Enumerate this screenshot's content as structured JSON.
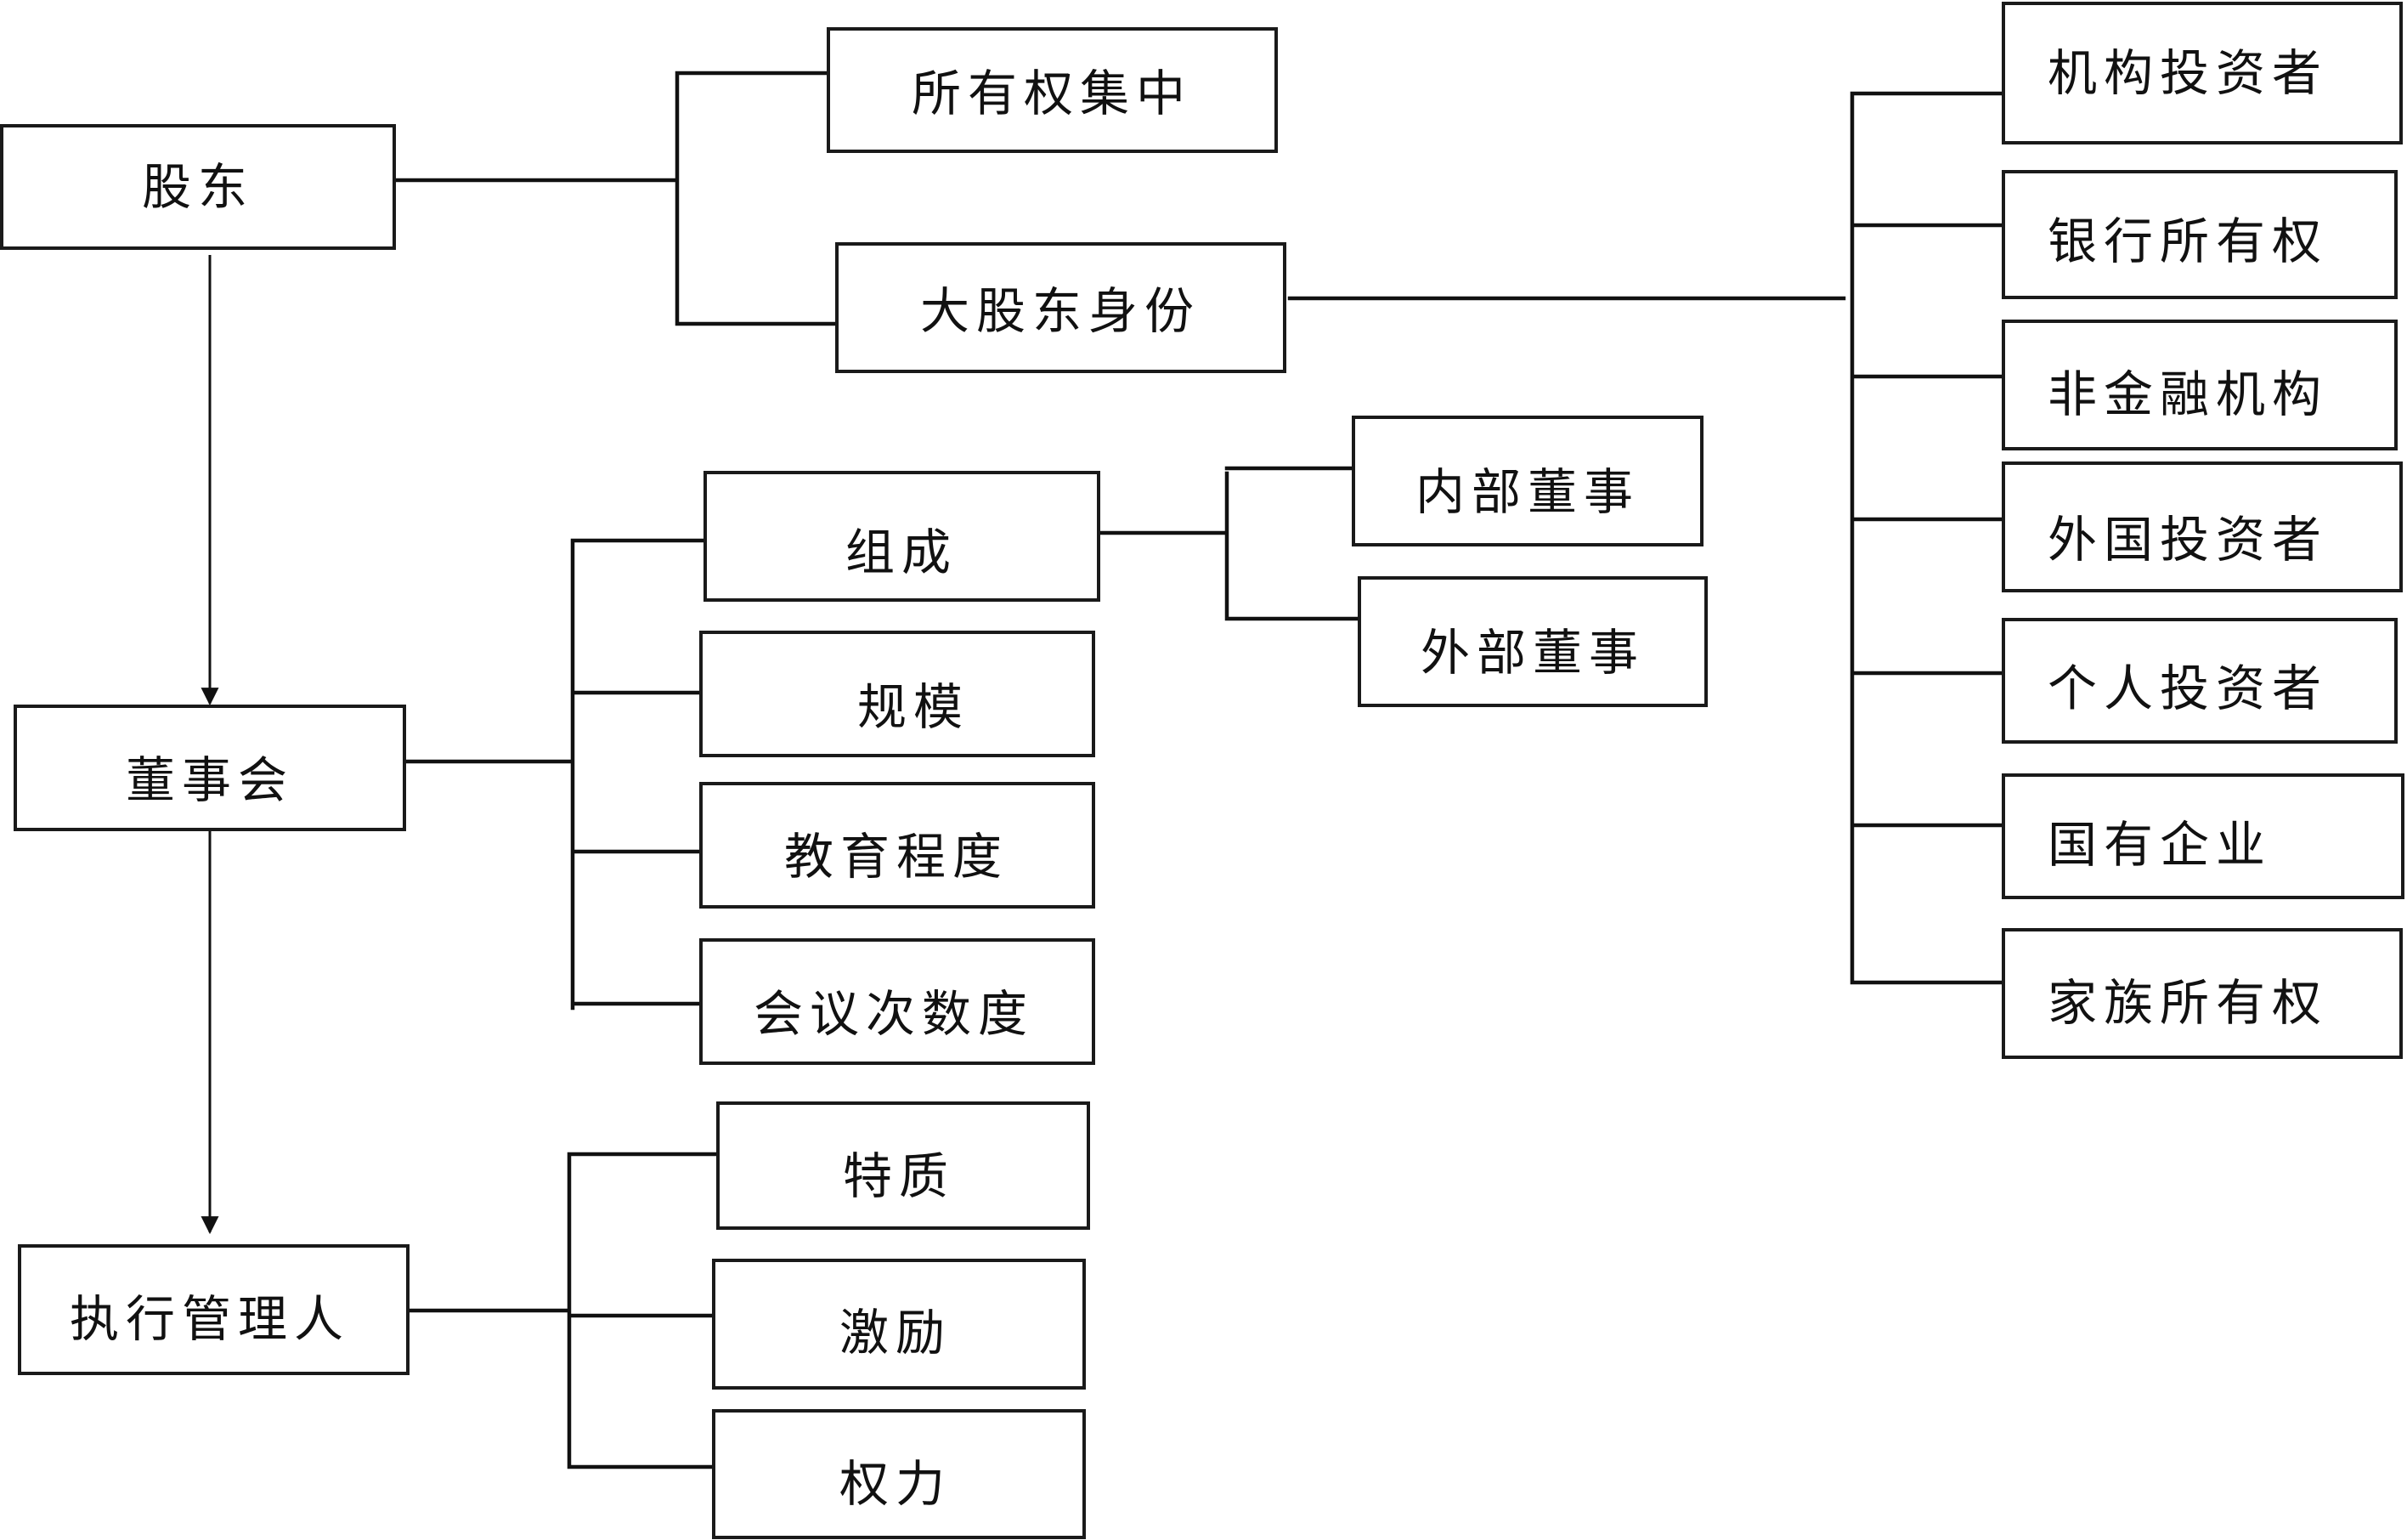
{
  "nodes": {
    "shareholders": "股东",
    "ownership_concentration": "所有权集中",
    "major_shareholder_identity": "大股东身份",
    "institutional_investors": "机构投资者",
    "bank_ownership": "银行所有权",
    "non_financial_institutions": "非金融机构",
    "foreign_investors": "外国投资者",
    "individual_investors": "个人投资者",
    "state_owned_enterprises": "国有企业",
    "family_ownership": "家族所有权",
    "board": "董事会",
    "composition": "组成",
    "inside_directors": "内部董事",
    "outside_directors": "外部董事",
    "size": "规模",
    "education_level": "教育程度",
    "meeting_frequency": "会议次数度",
    "executives": "执行管理人",
    "traits": "特质",
    "incentives": "激励",
    "power": "权力"
  },
  "colors": {
    "line": "#111111",
    "box_border": "#1a1a1a",
    "text": "#111111"
  }
}
